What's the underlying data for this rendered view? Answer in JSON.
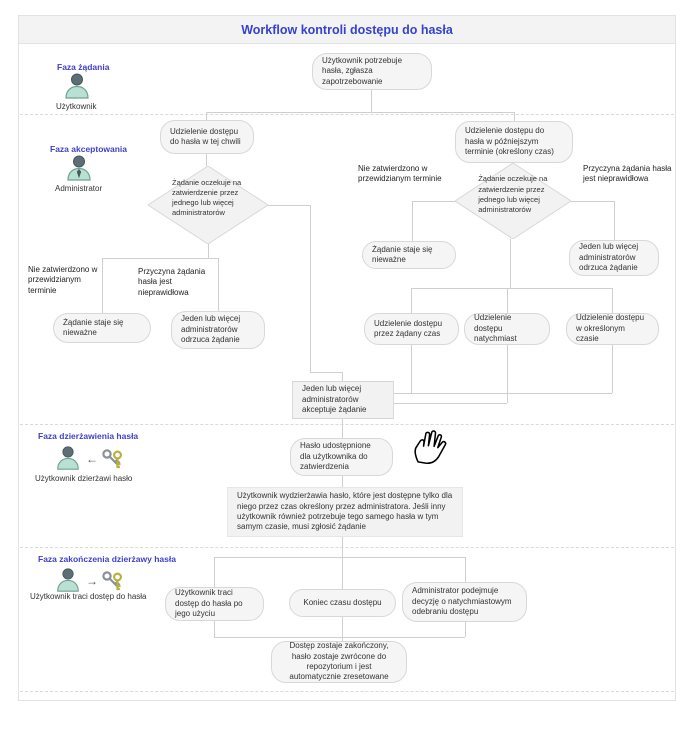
{
  "title": "Workflow kontroli dostępu do hasła",
  "phases": [
    {
      "label": "Faza żądania",
      "actor": "Użytkownik"
    },
    {
      "label": "Faza akceptowania",
      "actor": "Administrator"
    },
    {
      "label": "Faza dzierżawienia hasła",
      "actor": "Użytkownik dzierżawi hasło",
      "arrow": "←"
    },
    {
      "label": "Faza zakończenia dzierżawy hasła",
      "actor": "Użytkownik traci dostęp do hasła",
      "arrow": "→"
    }
  ],
  "nodes": {
    "start": "Użytkownik potrzebuje hasła, zgłasza zapotrzebowanie",
    "grant_now": "Udzielenie dostępu do hasła w tej chwili",
    "grant_later": "Udzielenie dostępu do hasła w późniejszym terminie (określony czas)",
    "decision_left": "Żądanie oczekuje na zatwierdzenie przez jednego lub więcej administratorów",
    "decision_right": "Żądanie oczekuje na zatwierdzenie przez jednego lub więcej administratorów",
    "invalid_left": "Żądanie staje się nieważne",
    "reject_left": "Jeden lub więcej administratorów odrzuca żądanie",
    "invalid_right": "Żądanie staje się nieważne",
    "reject_right": "Jeden lub więcej administratorów odrzuca żądanie",
    "grant_requested_time": "Udzielenie dostępu przez żądany czas",
    "grant_immediate": "Udzielenie dostępu natychmiast",
    "grant_specified_time": "Udzielenie dostępu w określonym czasie",
    "accept": "Jeden lub więcej administratorów akceptuje żądanie",
    "password_available": "Hasło udostępnione dla użytkownika do zatwierdzenia",
    "lease_info": "Użytkownik wydzierżawia hasło, które jest dostępne tylko dla niego przez czas określony przez administratora. Jeśli inny użytkownik również potrzebuje tego samego hasła w tym samym czasie, musi zgłosić żądanie",
    "lose_after_use": "Użytkownik traci dostęp do hasła po jego użyciu",
    "time_end": "Koniec czasu dostępu",
    "admin_revoke": "Administrator podejmuje decyzję o natychmiastowym odebraniu dostępu",
    "final": "Dostęp zostaje zakończony, hasło zostaje zwrócone do repozytorium i jest automatycznie zresetowane"
  },
  "edge_labels": {
    "not_approved_left": "Nie zatwierdzono w przewidzianym terminie",
    "invalid_reason_left": "Przyczyna żądania hasła jest nieprawidłowa",
    "not_approved_right": "Nie zatwierdzono w przewidzianym terminie",
    "invalid_reason_right": "Przyczyna żądania hasła jest nieprawidłowa"
  },
  "icons": {
    "user": "user-icon",
    "administrator": "admin-icon",
    "keys": "keys-icon",
    "hand_cursor": "hand-cursor-icon"
  },
  "colors": {
    "title": "#3642cf",
    "phase_label": "#4040cc",
    "node_fill": "#f5f5f5",
    "node_border": "#d8d8d8",
    "connector": "#cfcfcf",
    "text": "#333333"
  }
}
